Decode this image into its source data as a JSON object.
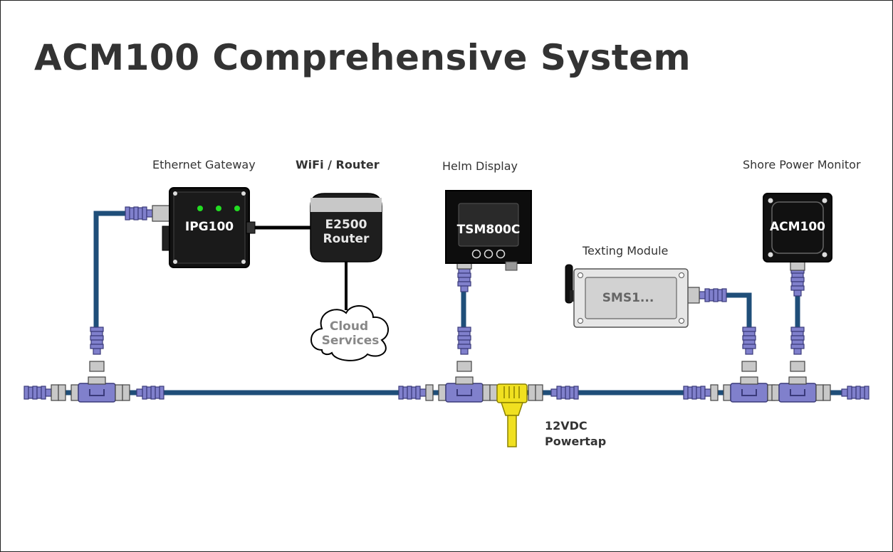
{
  "title": "ACM100 Comprehensive System",
  "labels": {
    "ethernet_gateway": "Ethernet Gateway",
    "wifi_router": "WiFi / Router",
    "helm_display": "Helm Display",
    "shore_power_monitor": "Shore Power Monitor",
    "texting_module": "Texting Module",
    "powertap_line1": "12VDC",
    "powertap_line2": "Powertap"
  },
  "devices": {
    "ipg100": "IPG100",
    "router_line1": "E2500",
    "router_line2": "Router",
    "tsm800c": "TSM800C",
    "sms": "SMS1...",
    "acm100": "ACM100",
    "cloud_line1": "Cloud",
    "cloud_line2": "Services"
  },
  "colors": {
    "backbone": "#1f4e79",
    "connector": "#8080cc",
    "connector_dark": "#3a3a7a",
    "device": "#111111",
    "powertap": "#f0e020",
    "title": "#333333"
  }
}
